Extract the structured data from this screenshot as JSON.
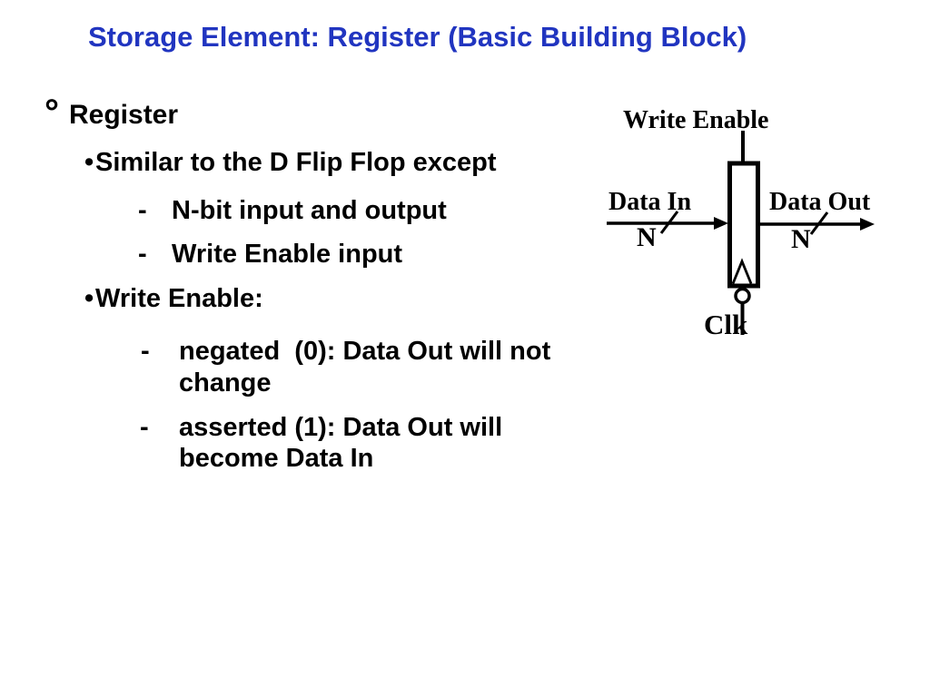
{
  "slide": {
    "title": "Storage Element: Register (Basic Building Block)",
    "title_color": "#2135c0",
    "text_color": "#000000",
    "background_color": "#ffffff",
    "bullets": [
      {
        "level": 1,
        "marker": "°",
        "line1": "Register"
      },
      {
        "level": 2,
        "marker": "•",
        "line1": "Similar to the D Flip Flop except"
      },
      {
        "level": 3,
        "marker": "-",
        "line1": "N-bit input and output"
      },
      {
        "level": 3,
        "marker": "-",
        "line1": "Write Enable input"
      },
      {
        "level": 2,
        "marker": "•",
        "line1": "Write Enable:"
      },
      {
        "level": 3,
        "marker": "-",
        "line1": "negated  (0): Data Out will not",
        "line2": "change"
      },
      {
        "level": 3,
        "marker": "-",
        "line1": "asserted (1): Data Out will",
        "line2": "become Data In"
      }
    ],
    "diagram": {
      "write_enable_label": "Write Enable",
      "data_in_label": "Data In",
      "data_out_label": "Data Out",
      "bus_width_in": "N",
      "bus_width_out": "N",
      "clk_label": "Clk"
    }
  }
}
